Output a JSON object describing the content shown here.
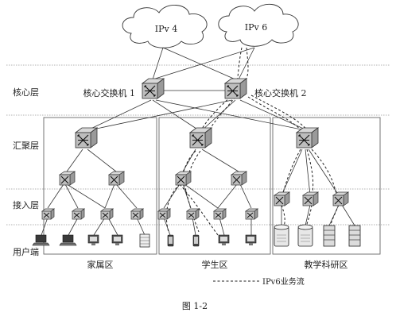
{
  "clouds": {
    "ipv4": "IPv 4",
    "ipv6": "IPv 6"
  },
  "layers": {
    "core": "核心层",
    "aggregation": "汇聚层",
    "access": "接入层",
    "user": "用户端"
  },
  "switches": {
    "core1": "核心交换机 1",
    "core2": "核心交换机 2"
  },
  "zones": {
    "family": "家属区",
    "student": "学生区",
    "teaching": "教学科研区"
  },
  "legend": {
    "ipv6_flow": "IPv6业务流"
  },
  "caption": "图 1-2"
}
